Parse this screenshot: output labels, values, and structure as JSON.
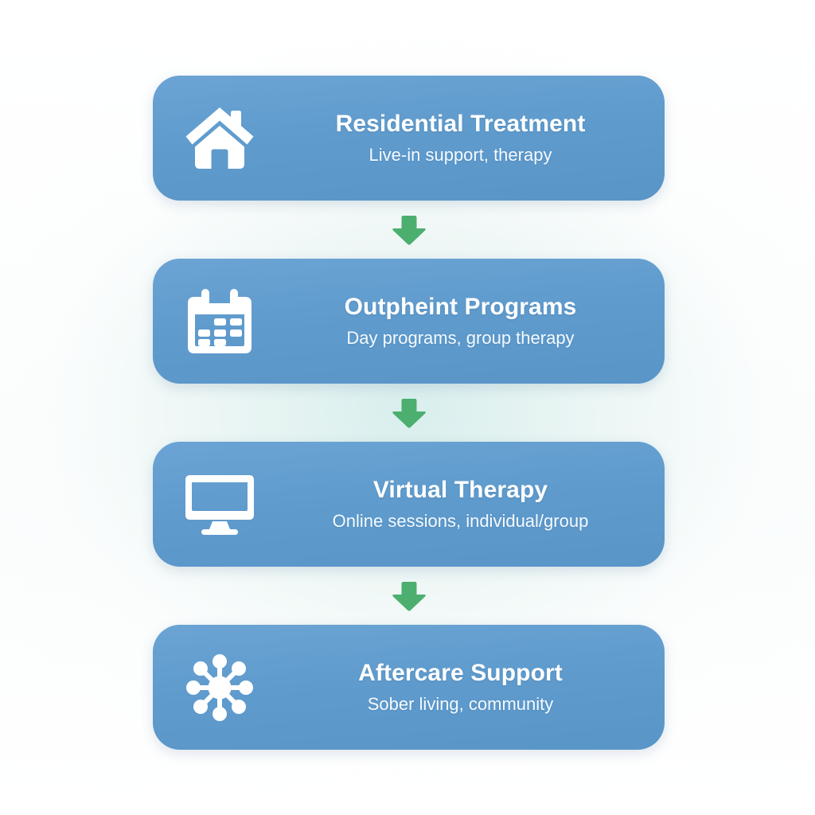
{
  "diagram": {
    "type": "vertical-flowchart",
    "title_text_present": false,
    "background_color": "#ffffff",
    "card_color": "#5f9bcd",
    "card_text_color": "#ffffff",
    "arrow_color": "#4caf6f",
    "steps": [
      {
        "icon": "house-icon",
        "title": "Residential Treatment",
        "subtitle": "Live-in support, therapy"
      },
      {
        "icon": "calendar-icon",
        "title": "Outpheint Programs",
        "subtitle": "Day programs, group therapy"
      },
      {
        "icon": "monitor-icon",
        "title": "Virtual Therapy",
        "subtitle": "Online sessions, individual/group"
      },
      {
        "icon": "network-hub-icon",
        "title": "Aftercare Support",
        "subtitle": "Sober living, community"
      }
    ],
    "connectors": [
      {
        "icon": "arrow-down-icon"
      },
      {
        "icon": "arrow-down-icon"
      },
      {
        "icon": "arrow-down-icon"
      }
    ]
  }
}
